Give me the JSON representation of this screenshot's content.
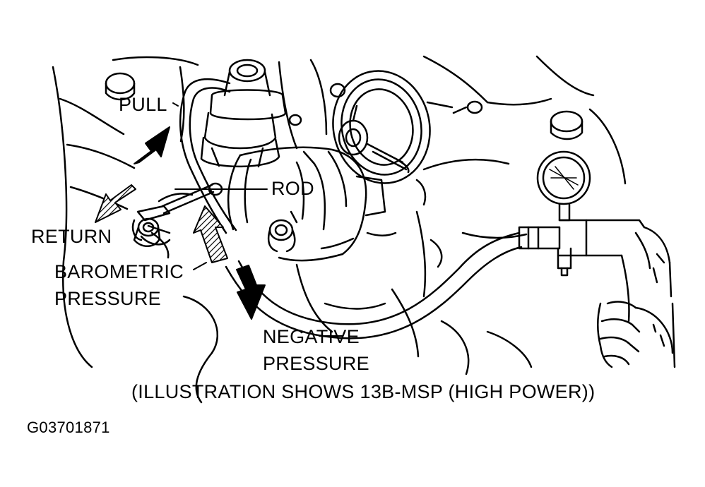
{
  "labels": {
    "pull": "PULL",
    "rod": "ROD",
    "return": "RETURN",
    "barometric_line1": "BAROMETRIC",
    "barometric_line2": "PRESSURE",
    "negative_line1": "NEGATIVE",
    "negative_line2": "PRESSURE"
  },
  "caption": "(ILLUSTRATION SHOWS 13B-MSP (HIGH POWER))",
  "figure_id": "G03701871",
  "colors": {
    "ink": "#000000",
    "paper": "#ffffff"
  }
}
